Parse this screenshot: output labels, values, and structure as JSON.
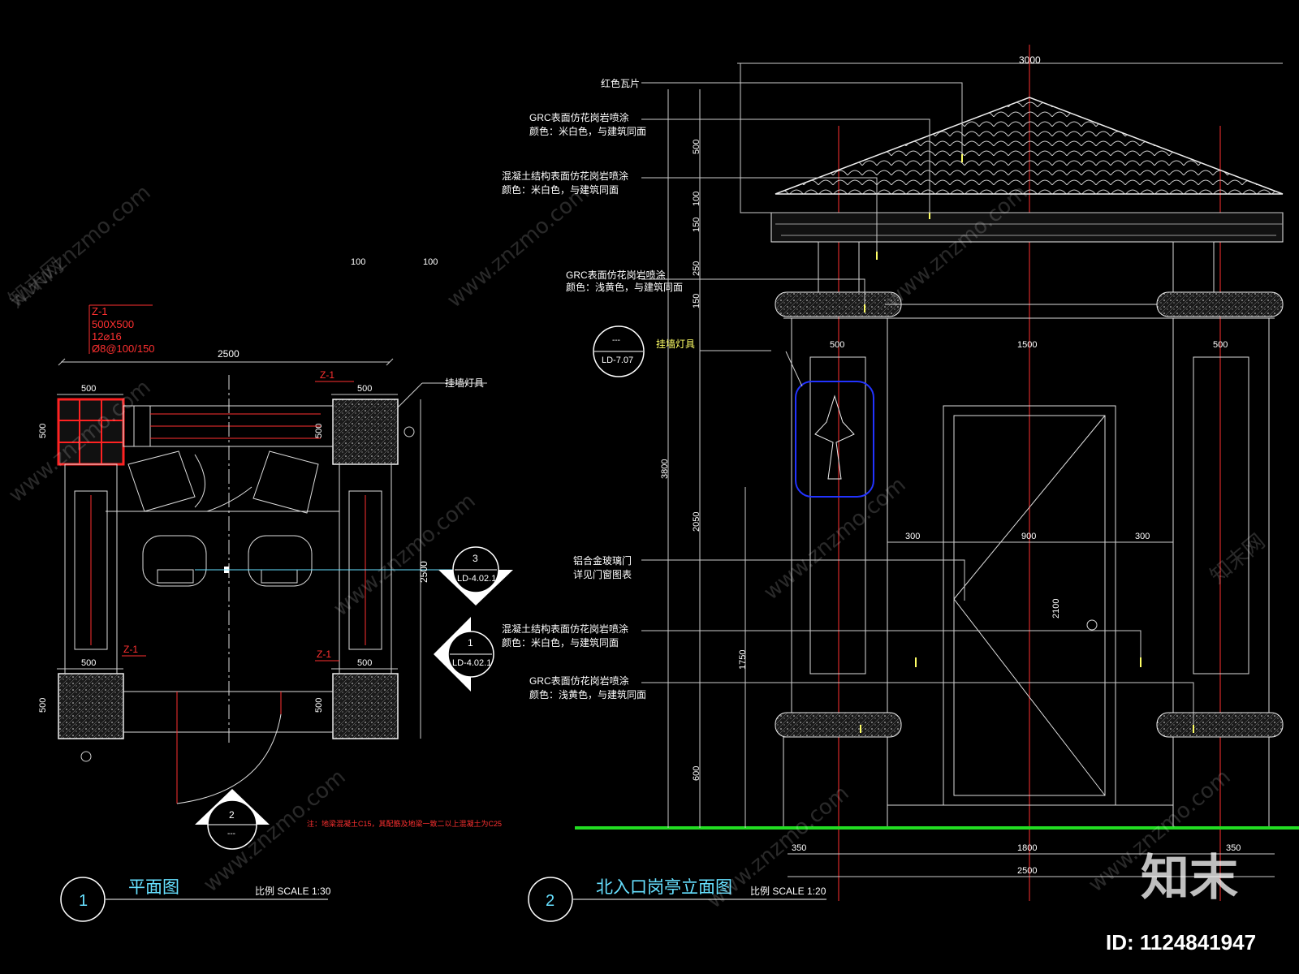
{
  "plan": {
    "dim_100_a": "100",
    "dim_100_b": "100",
    "column_tag": "Z-1",
    "column_size": "500X500",
    "column_rebar": "12⌀16",
    "column_stirrup": "Ø8@100/150",
    "width_total": "2500",
    "col_500_tl": "500",
    "col_500_tr": "500",
    "col_500_bl": "500",
    "col_500_br": "500",
    "side_500_tl": "500",
    "side_500_tr": "500",
    "side_500_bl": "500",
    "side_500_br": "500",
    "z1_tr": "Z-1",
    "z1_bl": "Z-1",
    "z1_br": "Z-1",
    "depth_total": "2500",
    "wall_lamp_note": "挂墙灯具",
    "sec3_num": "3",
    "sec3_ref": "LD-4.02.1",
    "sec1_num": "1",
    "sec1_ref": "LD-4.02.1",
    "sec2_num": "2",
    "sec2_ref": "---",
    "note_red": "注：地梁混凝土C15，其配筋及地梁一致二以上混凝土为C25",
    "title_num": "1",
    "title": "平面图",
    "scale": "比例 SCALE 1:30"
  },
  "elevation": {
    "width_total": "3000",
    "roof_tile": "红色瓦片",
    "grc1_line1": "GRC表面仿花岗岩喷涂",
    "grc1_line2": "颜色：米白色，与建筑同面",
    "conc1_line1": "混凝土结构表面仿花岗岩喷涂",
    "conc1_line2": "颜色：米白色，与建筑同面",
    "grc2_line1": "GRC表面仿花岗岩喷涂",
    "grc2_line2": "颜色：浅黄色，与建筑同面",
    "detail_top": "---",
    "detail_ref": "LD-7.07",
    "lamp_note": "挂墙灯具",
    "door_line1": "铝合金玻璃门",
    "door_line2": "详见门窗图表",
    "conc2_line1": "混凝土结构表面仿花岗岩喷涂",
    "conc2_line2": "颜色：米白色，与建筑同面",
    "grc3_line1": "GRC表面仿花岗岩喷涂",
    "grc3_line2": "颜色：浅黄色，与建筑同面",
    "d500": "500",
    "d100": "100",
    "d150a": "150",
    "d250": "250",
    "d150b": "150",
    "d3800": "3800",
    "d2050": "2050",
    "d1750": "1750",
    "d600": "600",
    "d2100": "2100",
    "top500a": "500",
    "top1500": "1500",
    "top500b": "500",
    "d300a": "300",
    "d900": "900",
    "d300b": "300",
    "b350a": "350",
    "b1800": "1800",
    "b350b": "350",
    "b2500": "2500",
    "title_num": "2",
    "title": "北入口岗亭立面图",
    "scale": "比例 SCALE 1:20"
  },
  "watermark": {
    "url": "www.znzmo.com",
    "brand": "知末网",
    "logo": "知末",
    "id": "ID: 1124841947"
  }
}
